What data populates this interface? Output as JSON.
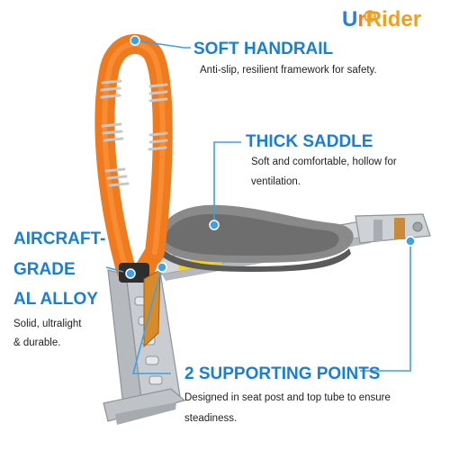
{
  "brand": {
    "logo_text_u": "U",
    "logo_text_r": "r",
    "logo_text_rest": "Rider",
    "colors": {
      "blue": "#2a7de1",
      "orange": "#f07a1e",
      "gold": "#f0a020"
    }
  },
  "features": {
    "handrail": {
      "title": "SOFT HANDRAIL",
      "desc": "Anti-slip, resilient framework for safety."
    },
    "saddle": {
      "title": "THICK SADDLE",
      "desc1": "Soft and comfortable, hollow for",
      "desc2": "ventilation."
    },
    "alloy": {
      "title1": "AIRCRAFT-",
      "title2": "GRADE",
      "title3": "AL ALLOY",
      "desc1": "Solid, ultralight",
      "desc2": "& durable."
    },
    "support": {
      "title": "2 SUPPORTING POINTS",
      "desc1": "Designed in seat post and top tube to ensure",
      "desc2": "steadiness."
    }
  },
  "colors": {
    "accent": "#1a7fd4",
    "handrail": "#f07a1e",
    "saddle": "#7a7a7a",
    "metal": "#c8ccd0"
  },
  "icons": [
    "wheel-logo-icon",
    "callout-dot-icon"
  ]
}
